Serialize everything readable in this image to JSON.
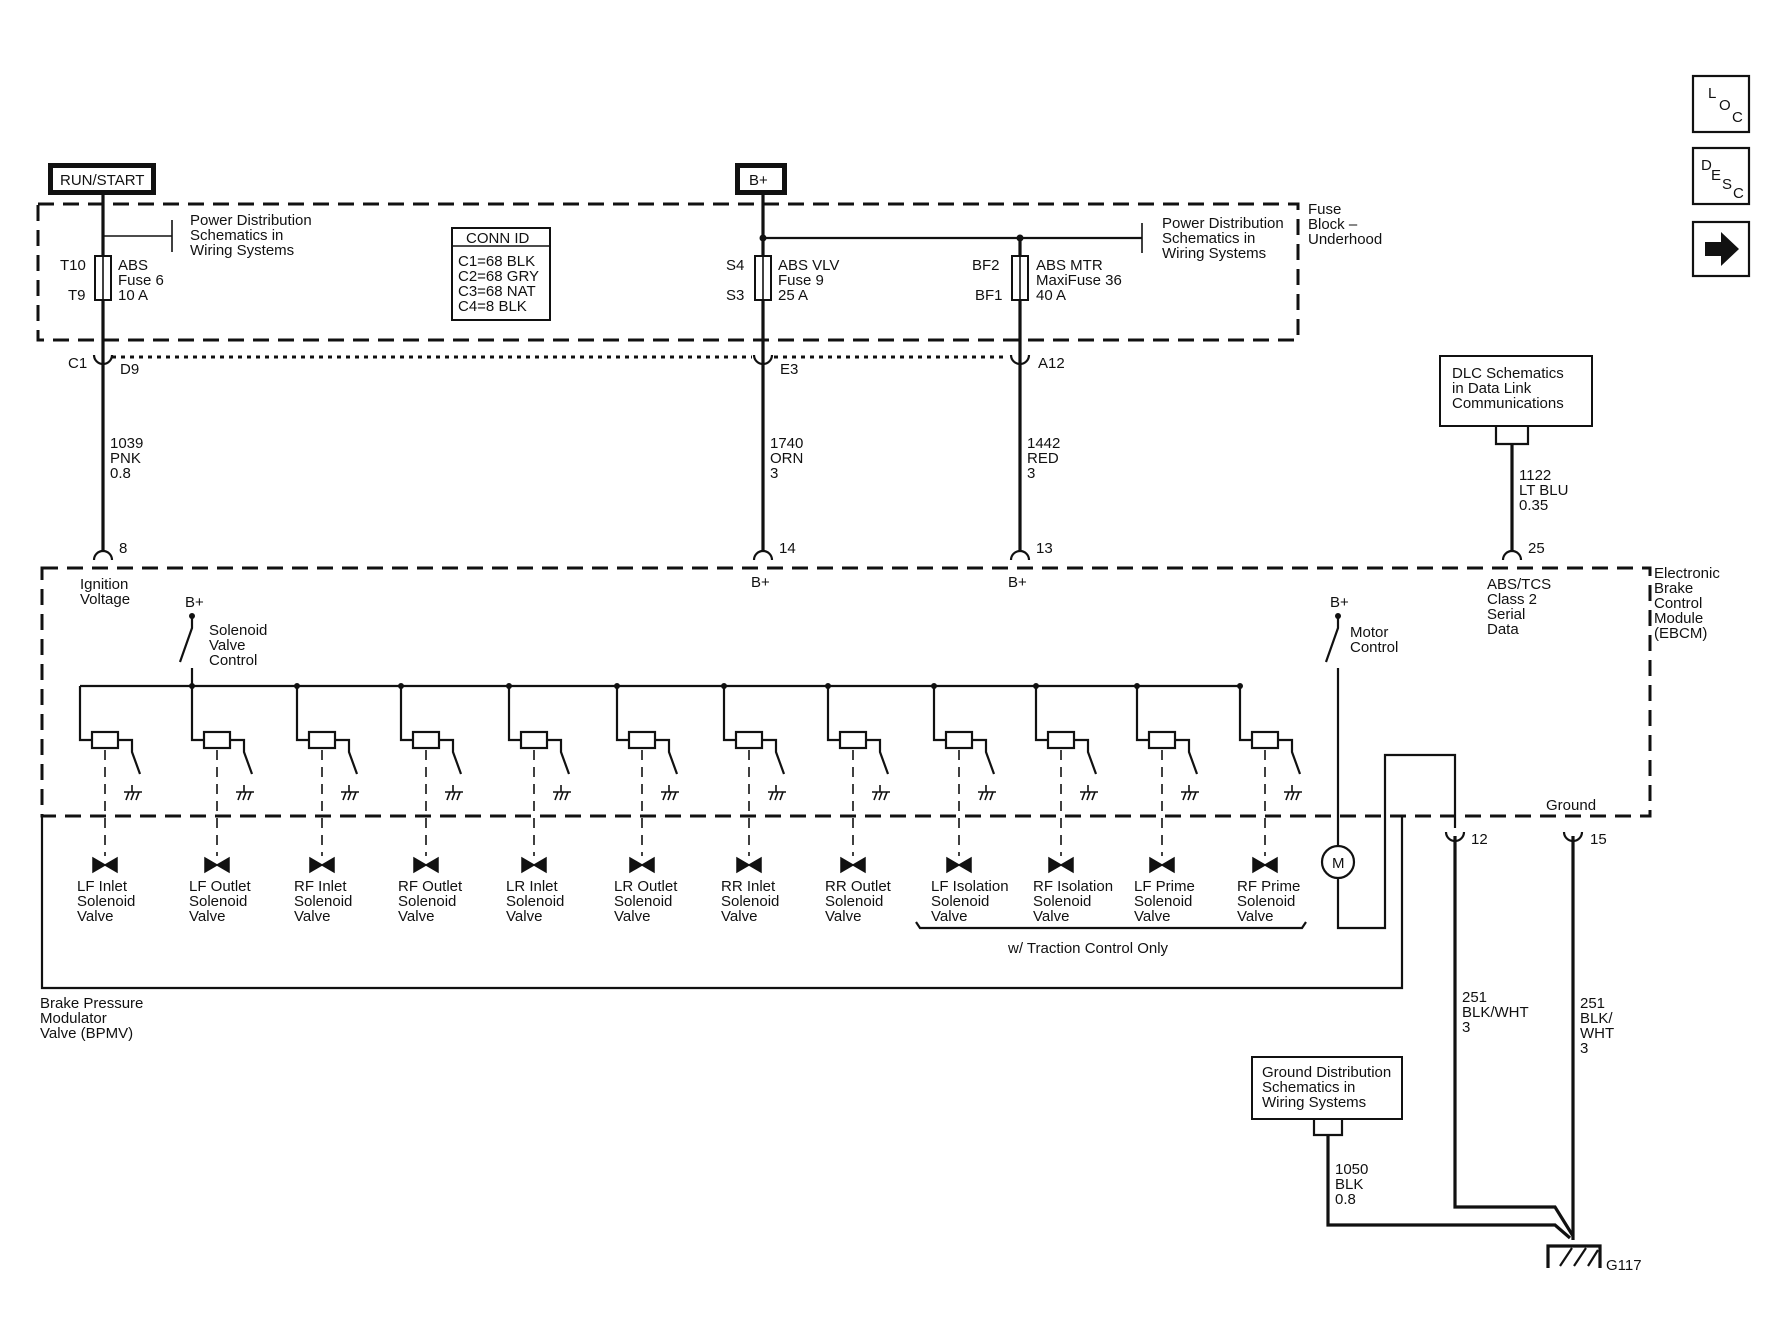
{
  "nav": {
    "loc": [
      "L",
      "O",
      "C"
    ],
    "desc": [
      "D",
      "E",
      "S",
      "C"
    ]
  },
  "sources": {
    "run_start": "RUN/START",
    "bplus_top": "B+"
  },
  "fuse_block": {
    "label": [
      "Fuse",
      "Block –",
      "Underhood"
    ],
    "ref_left": [
      "Power Distribution",
      "Schematics in",
      "Wiring  Systems"
    ],
    "ref_right": [
      "Power Distribution",
      "Schematics in",
      "Wiring  Systems"
    ],
    "conn_id": {
      "title": "CONN ID",
      "lines": [
        "C1=68 BLK",
        "C2=68 GRY",
        "C3=68 NAT",
        "C4=8 BLK"
      ]
    },
    "fuses": [
      {
        "pin_top": "T10",
        "pin_bottom": "T9",
        "lines": [
          "ABS",
          "Fuse 6",
          "10 A"
        ]
      },
      {
        "pin_top": "S4",
        "pin_bottom": "S3",
        "lines": [
          "ABS VLV",
          "Fuse 9",
          "25 A"
        ]
      },
      {
        "pin_top": "BF2",
        "pin_bottom": "BF1",
        "lines": [
          "ABS MTR",
          "MaxiFuse 36",
          "40 A"
        ]
      }
    ],
    "connector": "C1",
    "pins": [
      "D9",
      "E3",
      "A12"
    ]
  },
  "wires": [
    {
      "lines": [
        "1039",
        "PNK",
        "0.8"
      ]
    },
    {
      "lines": [
        "1740",
        "ORN",
        "3"
      ]
    },
    {
      "lines": [
        "1442",
        "RED",
        "3"
      ]
    },
    {
      "lines": [
        "1122",
        "LT BLU",
        "0.35"
      ]
    },
    {
      "lines": [
        "251",
        "BLK/WHT",
        "3"
      ]
    },
    {
      "lines": [
        "251",
        "BLK/",
        "WHT",
        "3"
      ]
    },
    {
      "lines": [
        "1050",
        "BLK",
        "0.8"
      ]
    }
  ],
  "dlc_ref": [
    "DLC Schematics",
    "in Data Link",
    "Communications"
  ],
  "ebcm": {
    "label": [
      "Electronic",
      "Brake",
      "Control",
      "Module",
      "(EBCM)"
    ],
    "pin_numbers": [
      "8",
      "14",
      "13",
      "25",
      "12",
      "15"
    ],
    "pin_labels": {
      "ignition": [
        "Ignition",
        "Voltage"
      ],
      "bplus": "B+",
      "serial": [
        "ABS/TCS",
        "Class 2",
        "Serial",
        "Data"
      ],
      "ground": "Ground"
    },
    "bplus_internal": "B+",
    "solenoid_control": [
      "Solenoid",
      "Valve",
      "Control"
    ],
    "motor_control": [
      "Motor",
      "Control"
    ],
    "motor_symbol": "M"
  },
  "valves": [
    {
      "lines": [
        "LF Inlet",
        "Solenoid",
        "Valve"
      ]
    },
    {
      "lines": [
        "LF Outlet",
        "Solenoid",
        "Valve"
      ]
    },
    {
      "lines": [
        "RF Inlet",
        "Solenoid",
        "Valve"
      ]
    },
    {
      "lines": [
        "RF Outlet",
        "Solenoid",
        "Valve"
      ]
    },
    {
      "lines": [
        "LR Inlet",
        "Solenoid",
        "Valve"
      ]
    },
    {
      "lines": [
        "LR Outlet",
        "Solenoid",
        "Valve"
      ]
    },
    {
      "lines": [
        "RR Inlet",
        "Solenoid",
        "Valve"
      ]
    },
    {
      "lines": [
        "RR Outlet",
        "Solenoid",
        "Valve"
      ]
    },
    {
      "lines": [
        "LF Isolation",
        "Solenoid",
        "Valve"
      ]
    },
    {
      "lines": [
        "RF Isolation",
        "Solenoid",
        "Valve"
      ]
    },
    {
      "lines": [
        "LF Prime",
        "Solenoid",
        "Valve"
      ]
    },
    {
      "lines": [
        "RF Prime",
        "Solenoid",
        "Valve"
      ]
    }
  ],
  "traction_note": "w/ Traction Control Only",
  "bpmv_label": [
    "Brake Pressure",
    "Modulator",
    "Valve (BPMV)"
  ],
  "ground_ref": [
    "Ground Distribution",
    "Schematics in",
    "Wiring Systems"
  ],
  "ground_point": "G117"
}
